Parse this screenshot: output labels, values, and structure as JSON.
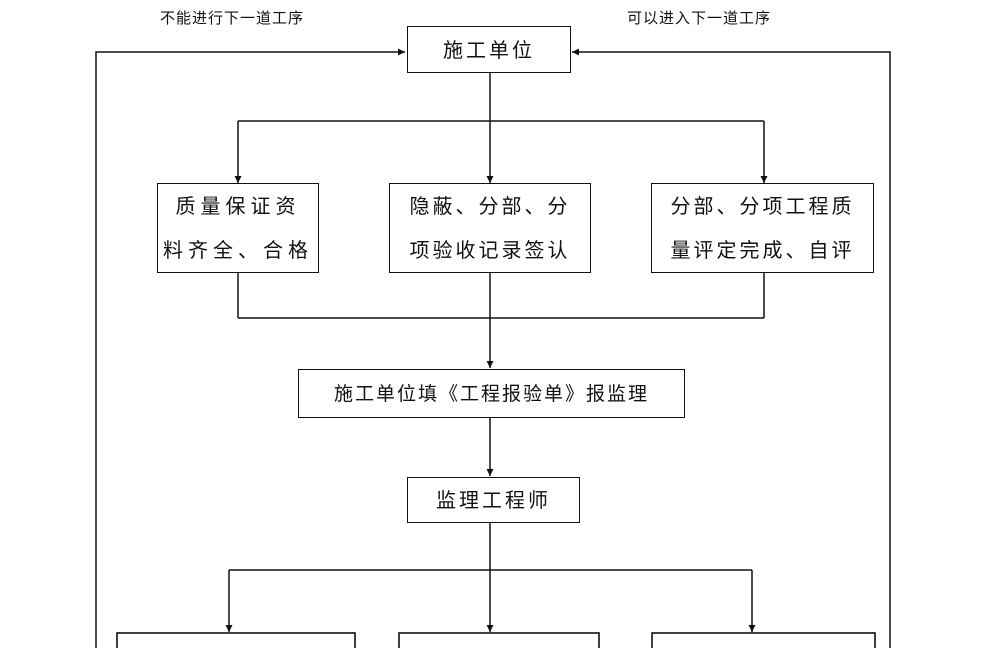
{
  "labels": {
    "left_loop": "不能进行下一道工序",
    "right_loop": "可以进入下一道工序"
  },
  "nodes": {
    "contractor": "施工单位",
    "quality_docs": "质量保证资\n料齐全、合格",
    "hidden_work": "隐蔽、分部、分\n项验收记录签认",
    "self_eval": "分部、分项工程质\n量评定完成、自评",
    "submit_form": "施工单位填《工程报验单》报监理",
    "supervisor": "监理工程师"
  },
  "colors": {
    "line": "#111111",
    "background": "#ffffff"
  }
}
